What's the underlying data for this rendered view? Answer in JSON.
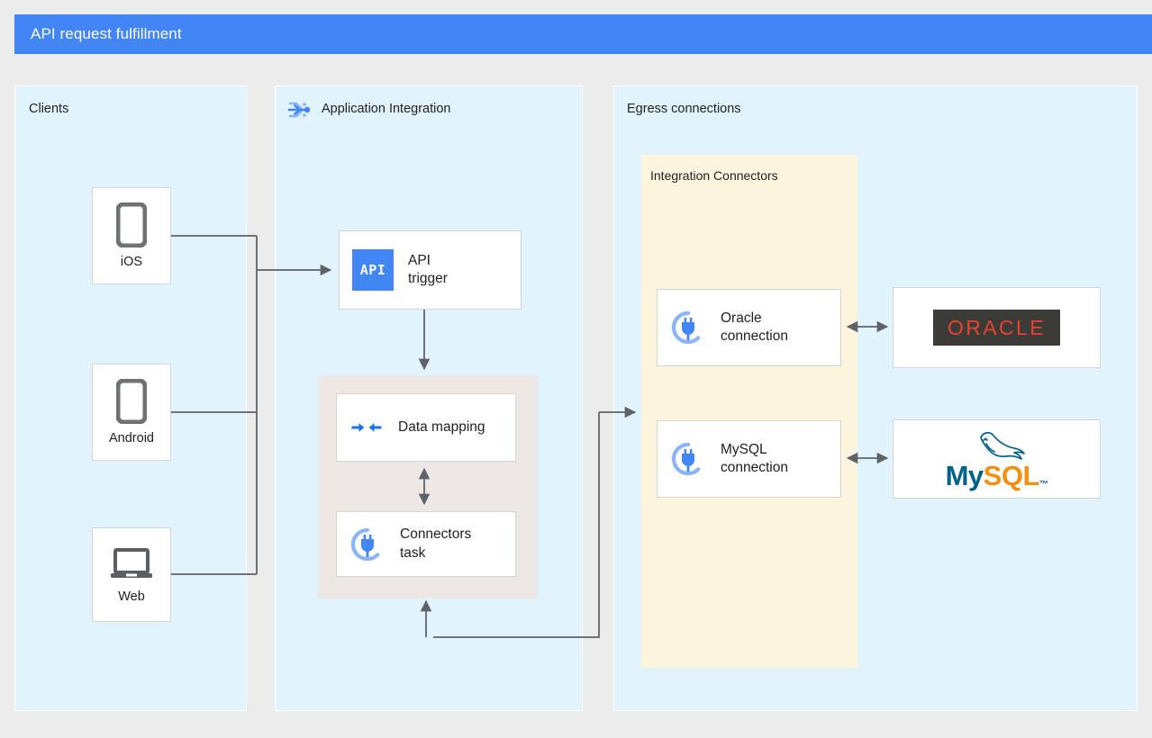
{
  "header": {
    "title": "API request fulfillment",
    "background": "#4285f4"
  },
  "colors": {
    "page_background": "#ececec",
    "zone_background": "#e1f3fd",
    "integration_panel": "#eee8e5",
    "connectors_panel": "#fdf4dd",
    "accent_blue": "#4285f4",
    "connector_line": "#5f6368",
    "oracle_red": "#e4452f",
    "oracle_dark": "#3c3b38",
    "mysql_blue": "#00618a",
    "mysql_orange": "#f29111"
  },
  "zones": [
    {
      "id": "clients",
      "label": "Clients",
      "icon": null
    },
    {
      "id": "application-integration",
      "label": "Application Integration",
      "icon": "application-integration-icon"
    },
    {
      "id": "egress",
      "label": "Egress connections",
      "icon": null
    }
  ],
  "clients": {
    "items": [
      {
        "id": "ios",
        "label": "iOS",
        "icon": "phone-icon"
      },
      {
        "id": "android",
        "label": "Android",
        "icon": "phone-icon"
      },
      {
        "id": "web",
        "label": "Web",
        "icon": "laptop-icon"
      }
    ]
  },
  "integration": {
    "trigger": {
      "id": "api-trigger",
      "label": "API\ntrigger",
      "icon": "api-icon",
      "icon_text": "API"
    },
    "panel_nodes": [
      {
        "id": "data-mapping",
        "label": "Data mapping",
        "icon": "data-mapping-icon"
      },
      {
        "id": "connectors-task",
        "label": "Connectors\ntask",
        "icon": "connector-plug-icon"
      }
    ]
  },
  "egress": {
    "panel_label": "Integration Connectors",
    "connections": [
      {
        "id": "oracle-connection",
        "label": "Oracle\nconnection",
        "icon": "connector-plug-icon"
      },
      {
        "id": "mysql-connection",
        "label": "MySQL\nconnection",
        "icon": "connector-plug-icon"
      }
    ],
    "targets": [
      {
        "id": "oracle-logo",
        "name": "ORACLE",
        "type": "oracle-logo"
      },
      {
        "id": "mysql-logo",
        "name": "MySQL",
        "type": "mysql-logo",
        "word_a": "My",
        "word_b": "SQL",
        "tm": "™"
      }
    ]
  }
}
